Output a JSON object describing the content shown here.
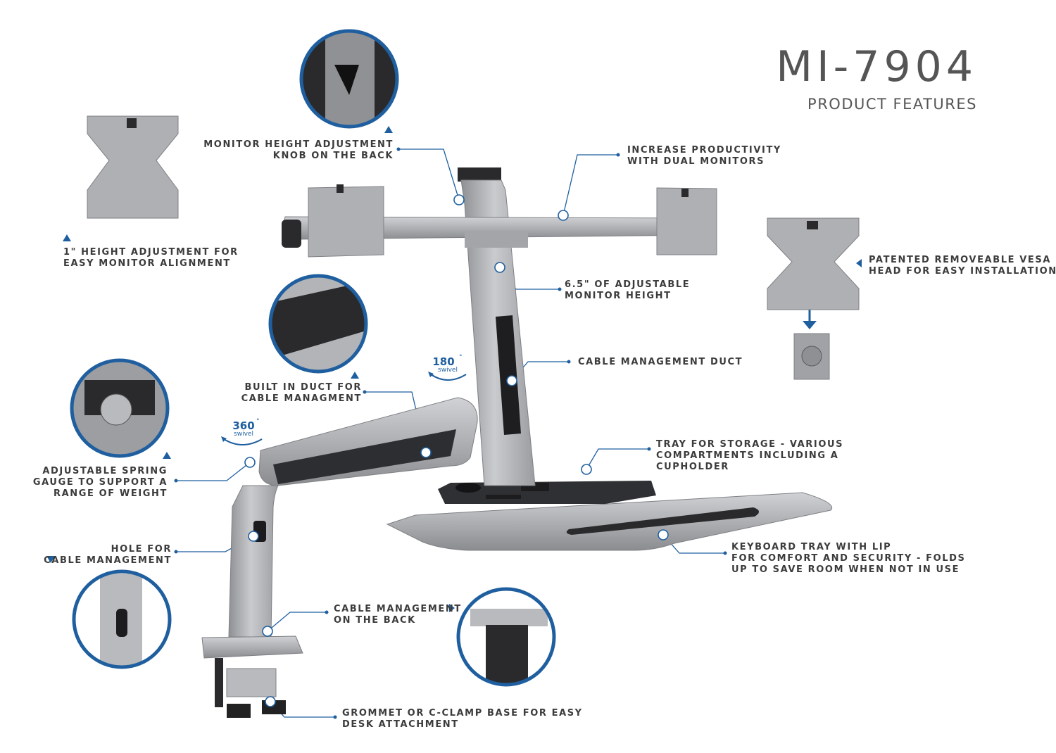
{
  "header": {
    "model": "MI-7904",
    "subtitle": "PRODUCT FEATURES"
  },
  "colors": {
    "accent": "#1f5f9f",
    "metal": "#a9abaf",
    "dark_metal": "#2a2a2c",
    "text": "#3c3c3c"
  },
  "swivel_badges": [
    {
      "degrees": "180",
      "unit": "°",
      "label": "swivel"
    },
    {
      "degrees": "360",
      "unit": "°",
      "label": "swivel"
    }
  ],
  "callouts": {
    "knob": "MONITOR HEIGHT ADJUSTMENT\nKNOB ON THE BACK",
    "productivity": "INCREASE PRODUCTIVITY\nWITH DUAL MONITORS",
    "height_alignment": "1\" HEIGHT ADJUSTMENT FOR\nEASY MONITOR ALIGNMENT",
    "vesa": "PATENTED REMOVEABLE VESA\nHEAD FOR EASY INSTALLATION",
    "adjustable_height": "6.5\" OF ADJUSTABLE\nMONITOR HEIGHT",
    "cable_duct": "CABLE MANAGEMENT DUCT",
    "built_in_duct": "BUILT IN DUCT FOR\nCABLE MANAGMENT",
    "spring": "ADJUSTABLE SPRING\nGAUGE TO SUPPORT A\nRANGE OF WEIGHT",
    "tray": "TRAY FOR STORAGE - VARIOUS\nCOMPARTMENTS INCLUDING A\nCUPHOLDER",
    "hole": "HOLE FOR\nCABLE MANAGEMENT",
    "keyboard": "KEYBOARD TRAY WITH LIP\nFOR COMFORT AND SECURITY - FOLDS\nUP TO SAVE ROOM WHEN NOT IN USE",
    "cable_back": "CABLE MANAGEMENT\nON THE BACK",
    "grommet": "GROMMET OR C-CLAMP BASE FOR EASY\nDESK ATTACHMENT"
  },
  "icons": [
    "triangle-pointer-icon",
    "callout-dot-icon",
    "swivel-arrow-icon",
    "vesa-plate-icon"
  ]
}
